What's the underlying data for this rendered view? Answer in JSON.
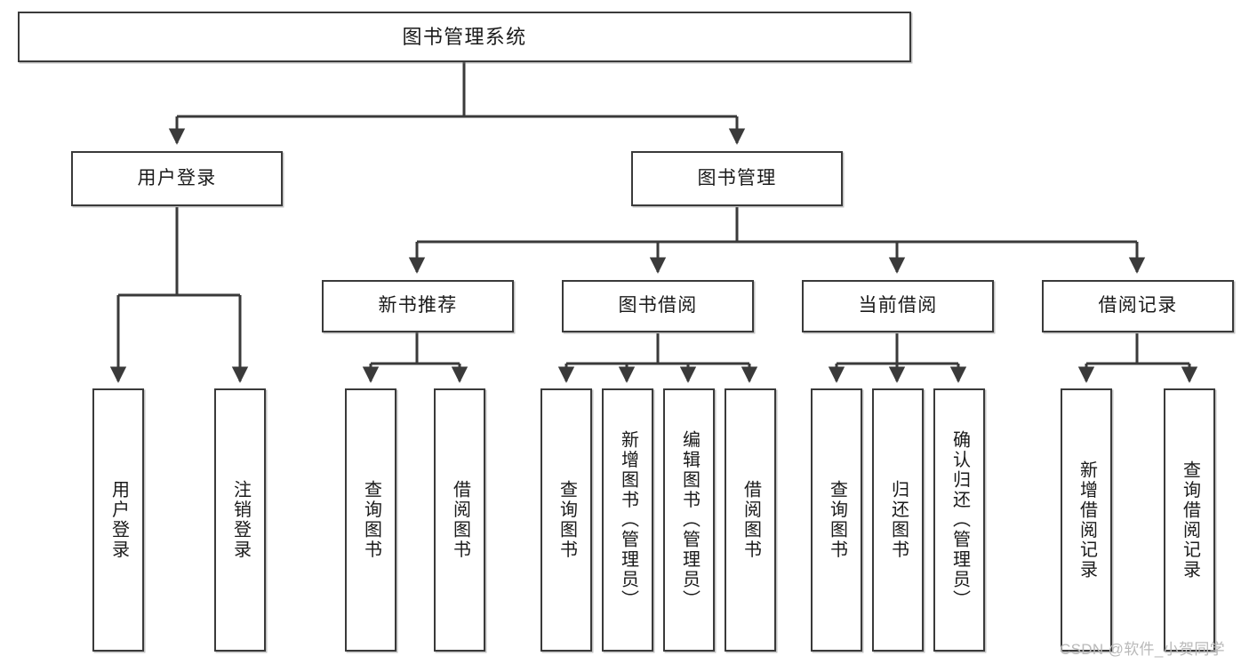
{
  "diagram": {
    "title_node": {
      "label": "图书管理系统"
    },
    "level2": [
      {
        "id": "user-login",
        "label": "用户登录"
      },
      {
        "id": "book-manage",
        "label": "图书管理"
      }
    ],
    "level3": [
      {
        "id": "new-book-recommend",
        "label": "新书推荐"
      },
      {
        "id": "book-borrow",
        "label": "图书借阅"
      },
      {
        "id": "current-borrow",
        "label": "当前借阅"
      },
      {
        "id": "borrow-record",
        "label": "借阅记录"
      }
    ],
    "leaves": [
      {
        "id": "leaf-user-login",
        "label": "用户登录"
      },
      {
        "id": "leaf-logout",
        "label": "注销登录"
      },
      {
        "id": "leaf-query-book-1",
        "label": "查询图书"
      },
      {
        "id": "leaf-borrow-book-1",
        "label": "借阅图书"
      },
      {
        "id": "leaf-query-book-2",
        "label": "查询图书"
      },
      {
        "id": "leaf-add-book",
        "label": "新增图书（管理员）"
      },
      {
        "id": "leaf-edit-book",
        "label": "编辑图书（管理员）"
      },
      {
        "id": "leaf-borrow-book-2",
        "label": "借阅图书"
      },
      {
        "id": "leaf-query-book-3",
        "label": "查询图书"
      },
      {
        "id": "leaf-return-book",
        "label": "归还图书"
      },
      {
        "id": "leaf-confirm-return",
        "label": "确认归还（管理员）"
      },
      {
        "id": "leaf-add-record",
        "label": "新增借阅记录"
      },
      {
        "id": "leaf-query-record",
        "label": "查询借阅记录"
      }
    ]
  },
  "watermark": {
    "text": "CSDN @软件_小贺同学"
  },
  "colors": {
    "background": "#ffffff",
    "box_border": "#3a3a3a",
    "connector": "#3a3a3a",
    "text": "#1a1a1a",
    "watermark": "#b9b9b9"
  }
}
